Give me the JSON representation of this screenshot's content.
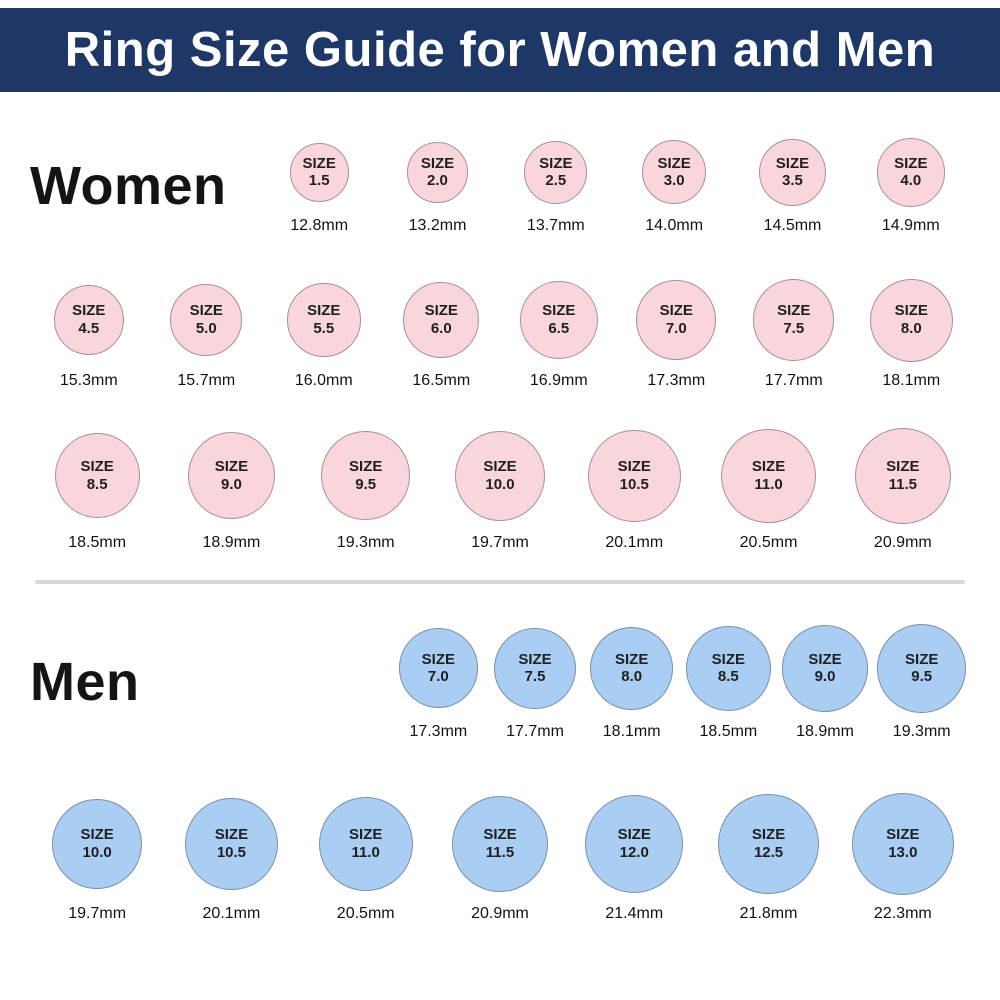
{
  "title": "Ring Size Guide for Women and Men",
  "size_prefix": "SIZE",
  "colors": {
    "banner": "#1d3866",
    "women_fill": "#f8d6db",
    "women_border": "#a99094",
    "men_fill": "#a9cdf3",
    "men_border": "#7b8fa3",
    "divider": "#d8d8d8"
  },
  "women": {
    "label": "Women",
    "rows": [
      [
        {
          "size": "1.5",
          "mm": 12.8,
          "mm_label": "12.8mm"
        },
        {
          "size": "2.0",
          "mm": 13.2,
          "mm_label": "13.2mm"
        },
        {
          "size": "2.5",
          "mm": 13.7,
          "mm_label": "13.7mm"
        },
        {
          "size": "3.0",
          "mm": 14.0,
          "mm_label": "14.0mm"
        },
        {
          "size": "3.5",
          "mm": 14.5,
          "mm_label": "14.5mm"
        },
        {
          "size": "4.0",
          "mm": 14.9,
          "mm_label": "14.9mm"
        }
      ],
      [
        {
          "size": "4.5",
          "mm": 15.3,
          "mm_label": "15.3mm"
        },
        {
          "size": "5.0",
          "mm": 15.7,
          "mm_label": "15.7mm"
        },
        {
          "size": "5.5",
          "mm": 16.0,
          "mm_label": "16.0mm"
        },
        {
          "size": "6.0",
          "mm": 16.5,
          "mm_label": "16.5mm"
        },
        {
          "size": "6.5",
          "mm": 16.9,
          "mm_label": "16.9mm"
        },
        {
          "size": "7.0",
          "mm": 17.3,
          "mm_label": "17.3mm"
        },
        {
          "size": "7.5",
          "mm": 17.7,
          "mm_label": "17.7mm"
        },
        {
          "size": "8.0",
          "mm": 18.1,
          "mm_label": "18.1mm"
        }
      ],
      [
        {
          "size": "8.5",
          "mm": 18.5,
          "mm_label": "18.5mm"
        },
        {
          "size": "9.0",
          "mm": 18.9,
          "mm_label": "18.9mm"
        },
        {
          "size": "9.5",
          "mm": 19.3,
          "mm_label": "19.3mm"
        },
        {
          "size": "10.0",
          "mm": 19.7,
          "mm_label": "19.7mm"
        },
        {
          "size": "10.5",
          "mm": 20.1,
          "mm_label": "20.1mm"
        },
        {
          "size": "11.0",
          "mm": 20.5,
          "mm_label": "20.5mm"
        },
        {
          "size": "11.5",
          "mm": 20.9,
          "mm_label": "20.9mm"
        }
      ]
    ]
  },
  "men": {
    "label": "Men",
    "rows": [
      [
        {
          "size": "7.0",
          "mm": 17.3,
          "mm_label": "17.3mm"
        },
        {
          "size": "7.5",
          "mm": 17.7,
          "mm_label": "17.7mm"
        },
        {
          "size": "8.0",
          "mm": 18.1,
          "mm_label": "18.1mm"
        },
        {
          "size": "8.5",
          "mm": 18.5,
          "mm_label": "18.5mm"
        },
        {
          "size": "9.0",
          "mm": 18.9,
          "mm_label": "18.9mm"
        },
        {
          "size": "9.5",
          "mm": 19.3,
          "mm_label": "19.3mm"
        }
      ],
      [
        {
          "size": "10.0",
          "mm": 19.7,
          "mm_label": "19.7mm"
        },
        {
          "size": "10.5",
          "mm": 20.1,
          "mm_label": "20.1mm"
        },
        {
          "size": "11.0",
          "mm": 20.5,
          "mm_label": "20.5mm"
        },
        {
          "size": "11.5",
          "mm": 20.9,
          "mm_label": "20.9mm"
        },
        {
          "size": "12.0",
          "mm": 21.4,
          "mm_label": "21.4mm"
        },
        {
          "size": "12.5",
          "mm": 21.8,
          "mm_label": "21.8mm"
        },
        {
          "size": "13.0",
          "mm": 22.3,
          "mm_label": "22.3mm"
        }
      ]
    ]
  }
}
